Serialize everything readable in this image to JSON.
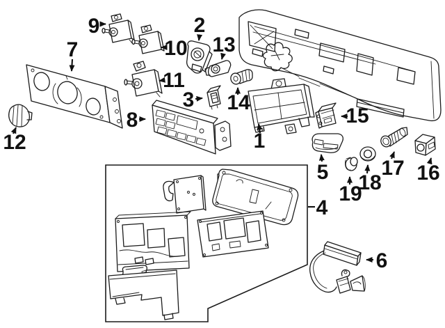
{
  "page": {
    "background_color": "#ffffff"
  },
  "diagram": {
    "kind": "exploded-parts-line-diagram",
    "subject": "instrument-panel-and-dashboard-components",
    "line_color": "#1a1a1a",
    "callouts": [
      "1",
      "2",
      "3",
      "4",
      "5",
      "6",
      "7",
      "8",
      "9",
      "10",
      "11",
      "12",
      "13",
      "14",
      "15",
      "16",
      "17",
      "18",
      "19"
    ]
  }
}
